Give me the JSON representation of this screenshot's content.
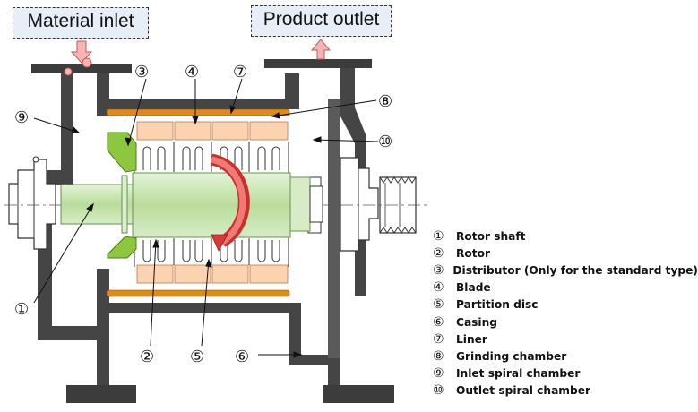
{
  "labels": {
    "material_inlet": "Material inlet",
    "product_outlet": "Product outlet"
  },
  "callouts": [
    "①",
    "②",
    "③",
    "④",
    "⑤",
    "⑥",
    "⑦",
    "⑧",
    "⑨",
    "⑩"
  ],
  "legend": [
    {
      "num": "①",
      "label": "Rotor shaft"
    },
    {
      "num": "②",
      "label": "Rotor"
    },
    {
      "num": "③",
      "label": "Distributor (Only for the standard type)"
    },
    {
      "num": "④",
      "label": "Blade"
    },
    {
      "num": "⑤",
      "label": "Partition disc"
    },
    {
      "num": "⑥",
      "label": "Casing"
    },
    {
      "num": "⑦",
      "label": "Liner"
    },
    {
      "num": "⑧",
      "label": "Grinding chamber"
    },
    {
      "num": "⑨",
      "label": "Inlet spiral chamber"
    },
    {
      "num": "⑩",
      "label": "Outlet spiral chamber"
    }
  ],
  "colors": {
    "casing": "#454545",
    "casing_light": "#c9c9c9",
    "liner": "#e08a1e",
    "shaft": "#c6e5b0",
    "distributor": "#8dc63f",
    "blade": "#fbd3b0",
    "arrow_red": "#e0504d",
    "arrow_pink": "#f6b4b4"
  },
  "icons": {
    "inlet_arrow": "down-arrow-icon",
    "outlet_arrow": "up-arrow-icon",
    "rotation_arrow": "curved-rotation-arrow-icon"
  }
}
